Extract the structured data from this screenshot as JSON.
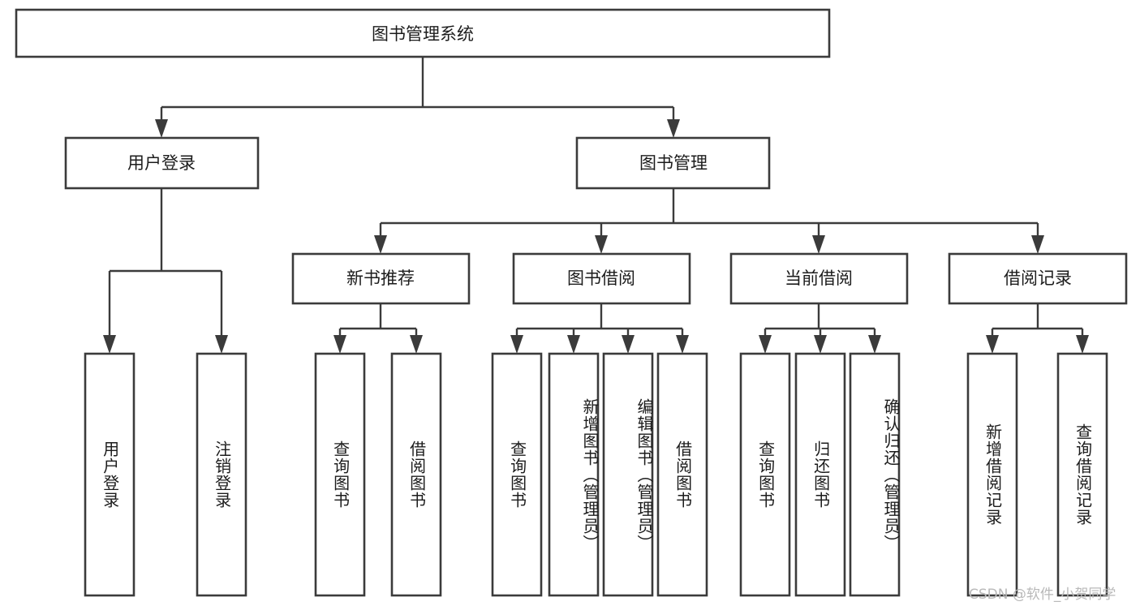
{
  "diagram": {
    "type": "hierarchy-tree",
    "title": "图书管理系统",
    "root": {
      "id": "root",
      "label": "图书管理系统"
    },
    "level2": [
      {
        "id": "user-login",
        "label": "用户登录"
      },
      {
        "id": "book-management",
        "label": "图书管理"
      }
    ],
    "level3": [
      {
        "id": "new-book-recommend",
        "label": "新书推荐",
        "parent": "book-management"
      },
      {
        "id": "book-borrow",
        "label": "图书借阅",
        "parent": "book-management"
      },
      {
        "id": "current-borrow",
        "label": "当前借阅",
        "parent": "book-management"
      },
      {
        "id": "borrow-record",
        "label": "借阅记录",
        "parent": "book-management"
      }
    ],
    "leaves": {
      "user_login": [
        {
          "id": "leaf-user-login",
          "label": "用户登录"
        },
        {
          "id": "leaf-user-logout",
          "label": "注销登录"
        }
      ],
      "new_book_recommend": [
        {
          "id": "leaf-query-book-1",
          "label": "查询图书"
        },
        {
          "id": "leaf-borrow-book-1",
          "label": "借阅图书"
        }
      ],
      "book_borrow": [
        {
          "id": "leaf-query-book-2",
          "label": "查询图书"
        },
        {
          "id": "leaf-add-book",
          "label": "新增图书（管理员）"
        },
        {
          "id": "leaf-edit-book",
          "label": "编辑图书（管理员）"
        },
        {
          "id": "leaf-borrow-book-2",
          "label": "借阅图书"
        }
      ],
      "current_borrow": [
        {
          "id": "leaf-query-book-3",
          "label": "查询图书"
        },
        {
          "id": "leaf-return-book",
          "label": "归还图书"
        },
        {
          "id": "leaf-confirm-return",
          "label": "确认归还（管理员）"
        }
      ],
      "borrow_record": [
        {
          "id": "leaf-add-record",
          "label": "新增借阅记录"
        },
        {
          "id": "leaf-query-record",
          "label": "查询借阅记录"
        }
      ]
    }
  },
  "watermark": {
    "text": "CSDN @软件_小贺同学"
  },
  "colors": {
    "stroke": "#3b3b3b",
    "box_fill": "#ffffff",
    "text": "#1c1c1c",
    "watermark": "#b9b9b9",
    "background": "#ffffff"
  }
}
